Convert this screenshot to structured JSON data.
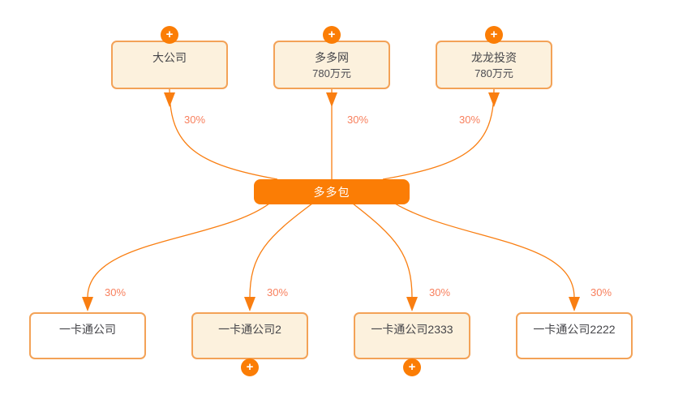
{
  "diagram": {
    "type": "equity-structure-graph",
    "colors": {
      "primary_orange": "#fb7d05",
      "edge_orange": "#f97e11",
      "node_border": "#f3a257",
      "node_fill_cream": "#fcf1dd",
      "node_fill_white": "#ffffff",
      "percent_label": "#f8805e",
      "node_text": "#454549",
      "root_text": "#ffffff"
    },
    "root": {
      "label": "多多包"
    },
    "parents": [
      {
        "label": "大公司",
        "capital": "",
        "percent": "30%",
        "expandable": true
      },
      {
        "label": "多多网",
        "capital": "780万元",
        "percent": "30%",
        "expandable": true
      },
      {
        "label": "龙龙投资",
        "capital": "780万元",
        "percent": "30%",
        "expandable": true
      }
    ],
    "children": [
      {
        "label": "一卡通公司",
        "percent": "30%",
        "expandable": false
      },
      {
        "label": "一卡通公司2",
        "percent": "30%",
        "expandable": true
      },
      {
        "label": "一卡通公司2333",
        "percent": "30%",
        "expandable": true
      },
      {
        "label": "一卡通公司2222",
        "percent": "30%",
        "expandable": false
      }
    ],
    "icons": {
      "expand_glyph": "+"
    }
  }
}
